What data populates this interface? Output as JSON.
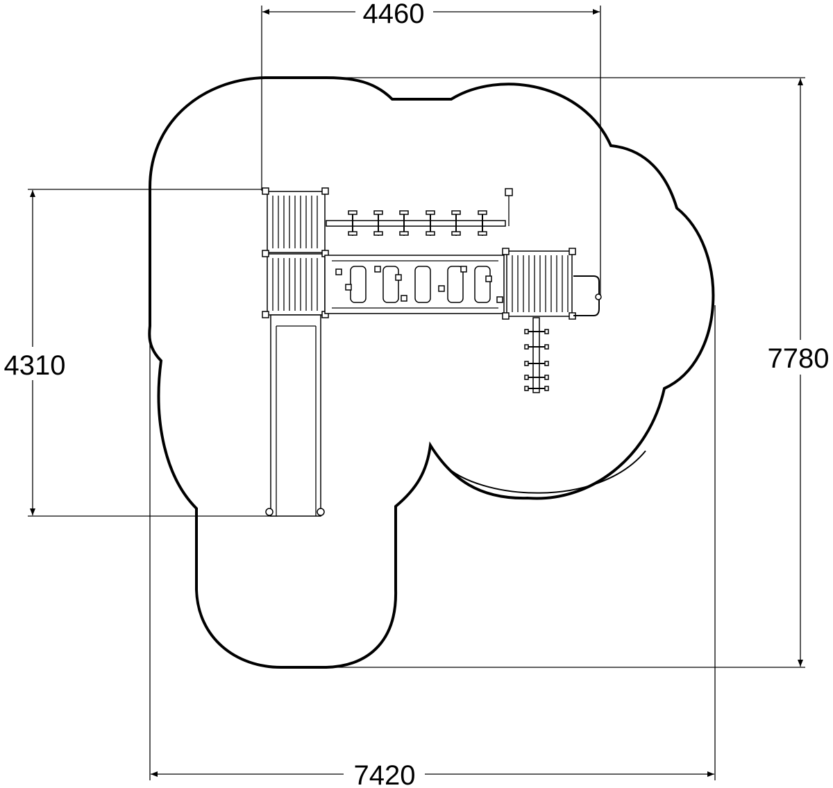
{
  "dimensions": {
    "top_width": "4460",
    "left_height": "4310",
    "right_height": "7780",
    "bottom_width": "7420"
  }
}
